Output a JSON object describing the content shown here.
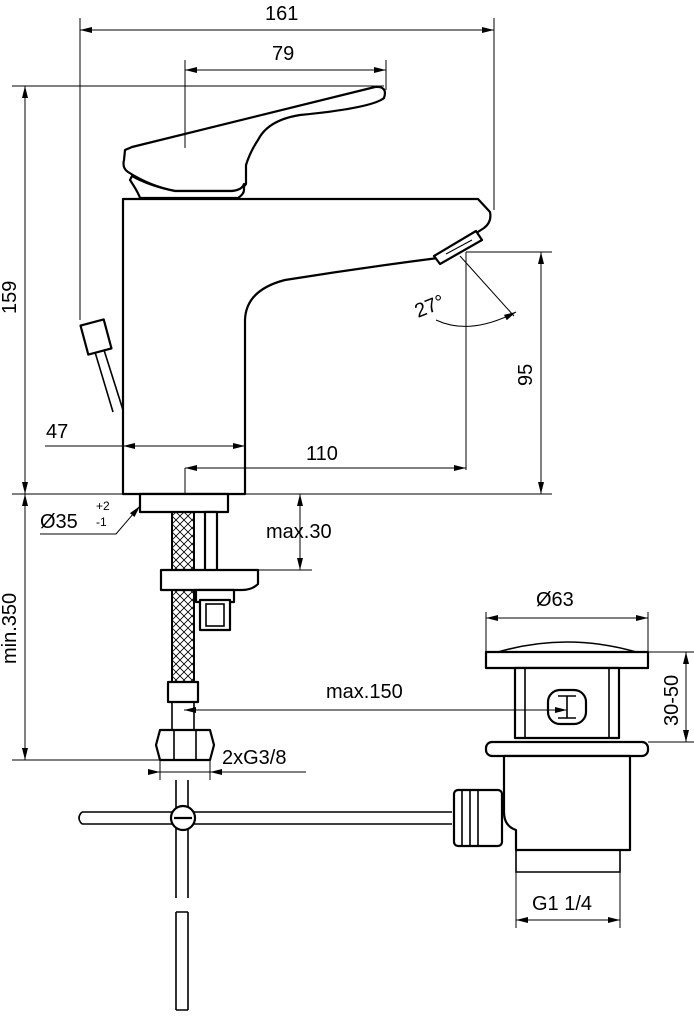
{
  "dimensions": {
    "overall_width": "161",
    "lever_width": "79",
    "height": "159",
    "base_offset": "47",
    "spout_reach": "110",
    "spout_height": "95",
    "spout_angle": "27°",
    "base_diameter": "Ø35",
    "tol_plus": "+2",
    "tol_minus": "-1",
    "max_deck": "max.30",
    "min_hose": "min.350",
    "max_rod": "max.150",
    "connection": "2xG3/8",
    "waste_diameter": "Ø63",
    "waste_height": "30-50",
    "waste_thread": "G1 1/4"
  }
}
